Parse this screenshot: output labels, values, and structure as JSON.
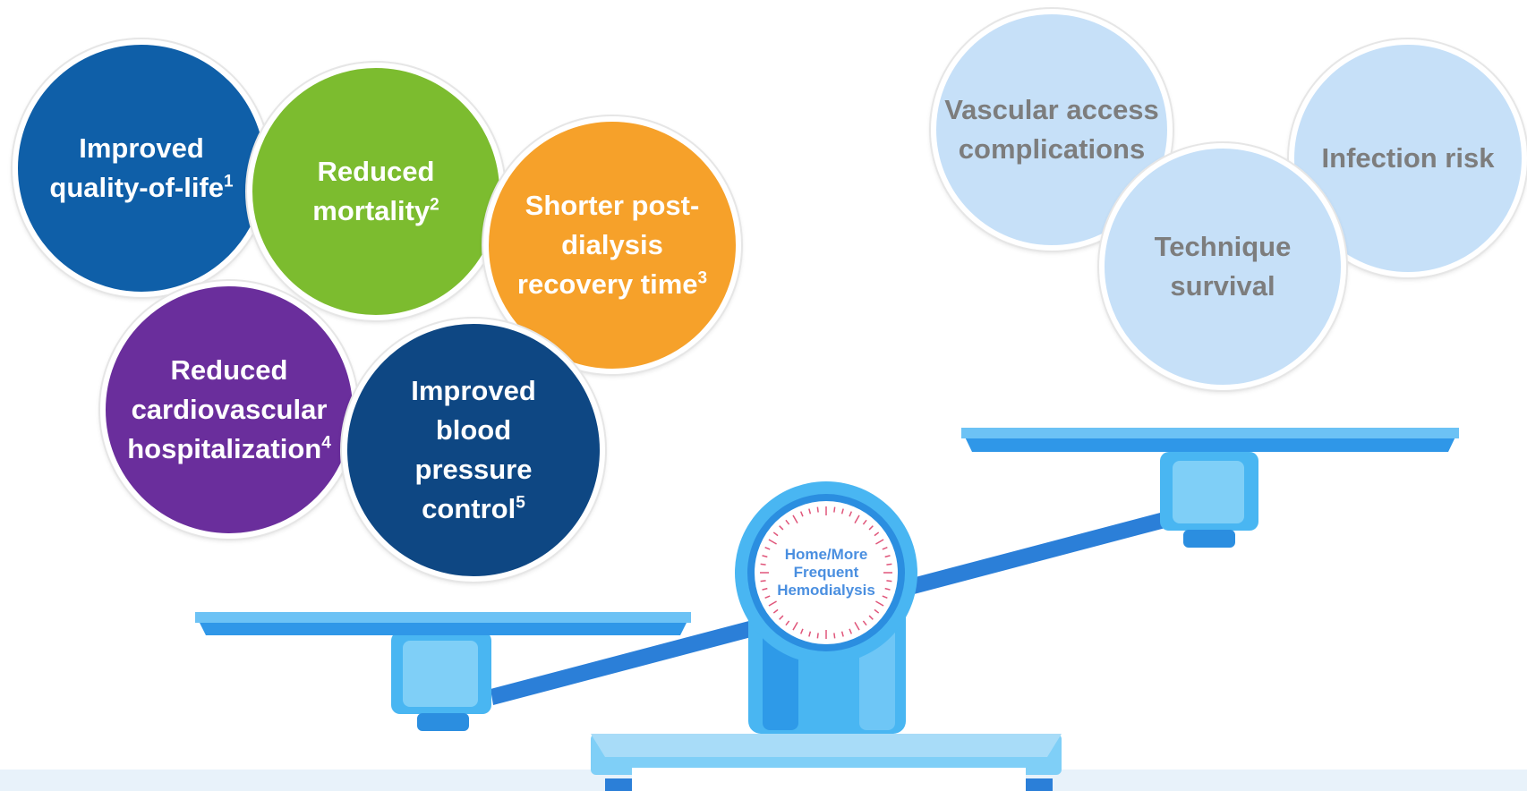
{
  "benefits": [
    {
      "line1": "Improved",
      "line2": "quality-of-life",
      "line3": "",
      "line4": "",
      "sup": "1",
      "color": "#0f5fa8"
    },
    {
      "line1": "Reduced",
      "line2": "mortality",
      "line3": "",
      "line4": "",
      "sup": "2",
      "color": "#7cbc2f"
    },
    {
      "line1": "Shorter post-",
      "line2": "dialysis",
      "line3": "recovery time",
      "line4": "",
      "sup": "3",
      "color": "#f6a12a"
    },
    {
      "line1": "Reduced",
      "line2": "cardiovascular",
      "line3": "hospitalization",
      "line4": "",
      "sup": "4",
      "color": "#6a2e9c"
    },
    {
      "line1": "Improved",
      "line2": "blood",
      "line3": "pressure",
      "line4": "control",
      "sup": "5",
      "color": "#0e4783"
    }
  ],
  "risks": [
    {
      "line1": "Vascular access",
      "line2": "complications"
    },
    {
      "line1": "Infection risk",
      "line2": ""
    },
    {
      "line1": "Technique",
      "line2": "survival"
    }
  ],
  "scale": {
    "dial_line1": "Home/More",
    "dial_line2": "Frequent",
    "dial_line3": "Hemodialysis",
    "colors": {
      "primary": "#49b6f2",
      "dark": "#2b7fd8",
      "light": "#a8dcf8",
      "pan": "#3aa4ea"
    }
  }
}
